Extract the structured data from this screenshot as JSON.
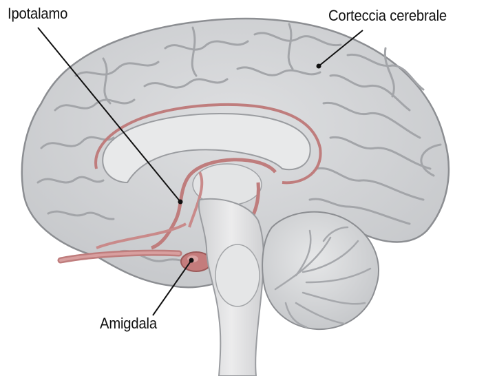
{
  "labels": {
    "hypothalamus": "Ipotalamo",
    "cortex": "Corteccia cerebrale",
    "amygdala": "Amigdala"
  },
  "colors": {
    "brain_fill": "#d4d5d7",
    "brain_outline": "#8c8e92",
    "gyri_line": "#a3a5a9",
    "limbic": "#bf7d7d",
    "limbic_dark": "#9c5a5a",
    "callosum": "#e8e9ea",
    "brainstem": "#e2e3e4",
    "cerebellum": "#cfd0d2",
    "leader_line": "#111111"
  }
}
